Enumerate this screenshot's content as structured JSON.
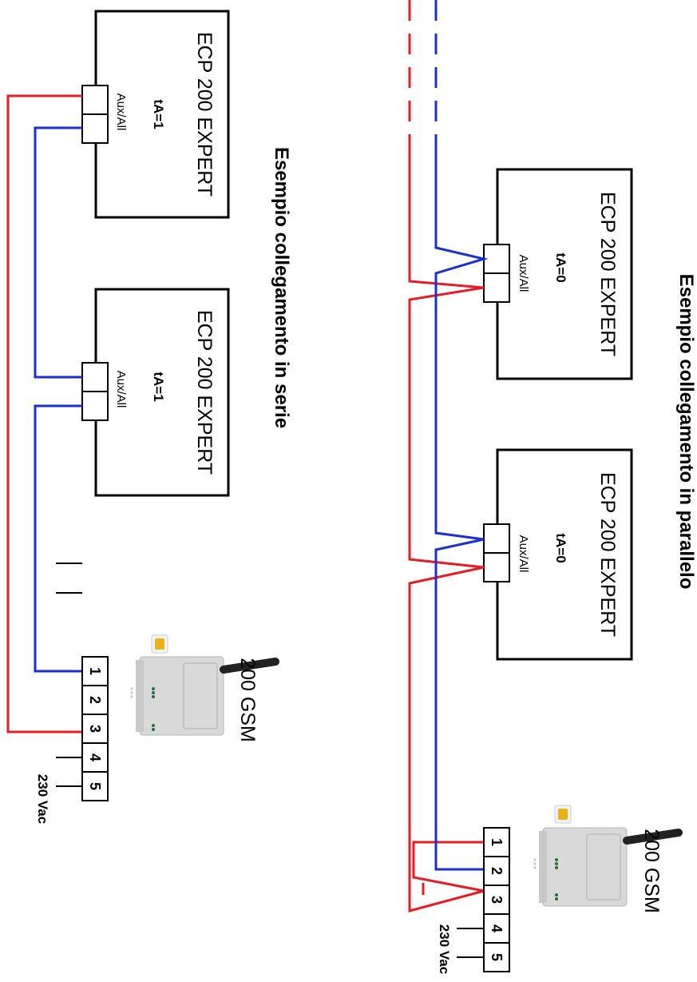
{
  "series_diagram": {
    "heading": "Esempio collegamento in serie",
    "devices": [
      {
        "name": "ECP 200 EXPERT",
        "param": "tA=1",
        "terminal_label": "Aux/All"
      },
      {
        "name": "ECP 200 EXPERT",
        "param": "tA=1",
        "terminal_label": "Aux/All"
      }
    ],
    "gsm": {
      "label": "200 GSM",
      "terminals": [
        "1",
        "2",
        "3",
        "4",
        "5"
      ],
      "supply": "230 Vac"
    }
  },
  "parallel_diagram": {
    "heading": "Esempio collegamento in parallelo",
    "devices": [
      {
        "name": "ECP 200 EXPERT",
        "param": "tA=0",
        "terminal_label": "Aux/All"
      },
      {
        "name": "ECP 200 EXPERT",
        "param": "tA=0",
        "terminal_label": "Aux/All"
      }
    ],
    "gsm": {
      "label": "200 GSM",
      "terminals": [
        "1",
        "2",
        "3",
        "4",
        "5"
      ],
      "supply": "230 Vac"
    }
  },
  "colors": {
    "wire_red": "#e41d25",
    "wire_blue": "#1c2fcf",
    "gsm_body": "#d9d9d9",
    "sim_chip": "#e8b21a"
  }
}
